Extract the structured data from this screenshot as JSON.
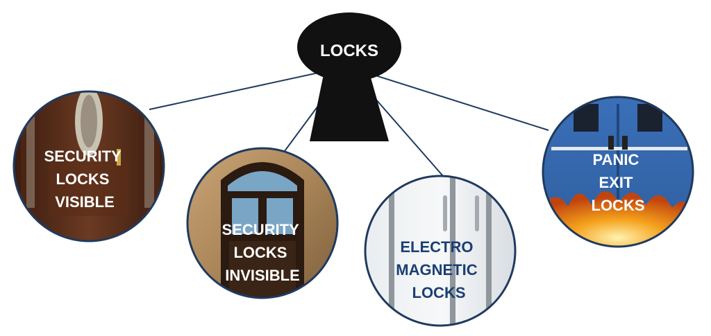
{
  "root": {
    "label": "LOCKS"
  },
  "nodes": [
    {
      "id": "visible",
      "lines": [
        "SECURITY",
        "LOCKS",
        "VISIBLE"
      ]
    },
    {
      "id": "invisible",
      "lines": [
        "SECURITY",
        "LOCKS",
        "INVISIBLE"
      ]
    },
    {
      "id": "electro",
      "lines": [
        "ELECTRO",
        "MAGNETIC",
        "LOCKS"
      ]
    },
    {
      "id": "panic",
      "lines": [
        "PANIC",
        "EXIT",
        "LOCKS"
      ]
    }
  ],
  "colors": {
    "keyhole": "#111111",
    "connector": "#1f3a5f",
    "ring": "#1f3a5f",
    "label_light": "#ffffff",
    "label_dark": "#1b3f72"
  }
}
